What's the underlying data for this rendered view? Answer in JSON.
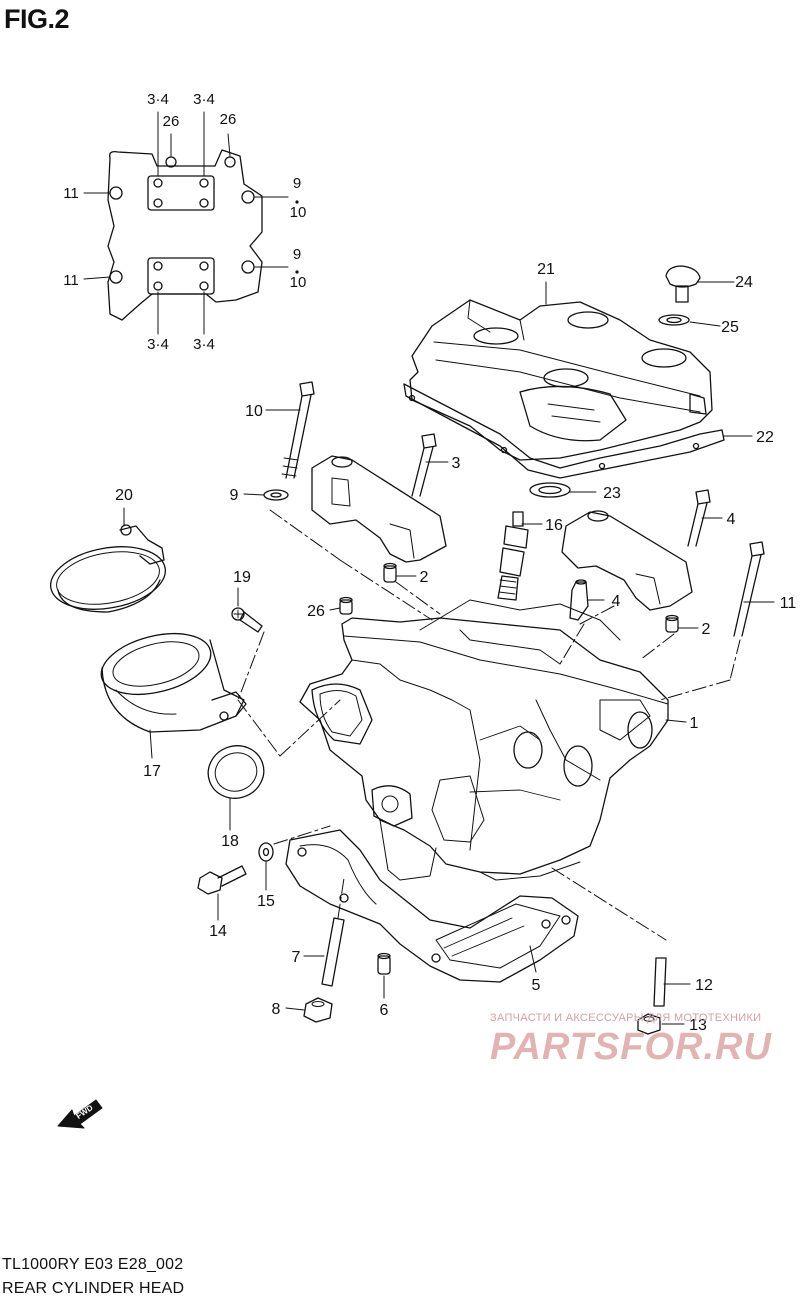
{
  "figure": {
    "title": "FIG.2",
    "model_code": "TL1000RY E03 E28_002",
    "caption": "REAR CYLINDER HEAD"
  },
  "fwd_label": "FWD",
  "watermark": {
    "subtitle": "ЗАПЧАСТИ И АКСЕССУАРЫ ДЛЯ МОТОТЕХНИКИ",
    "brand": "PARTSFOR.RU"
  },
  "inset_labels": [
    "3·4",
    "3·4",
    "26",
    "26",
    "11",
    "11",
    "9",
    "10",
    "9",
    "10",
    "3·4",
    "3·4"
  ],
  "callouts": [
    "21",
    "24",
    "25",
    "22",
    "10",
    "3",
    "9",
    "23",
    "20",
    "16",
    "4",
    "2",
    "19",
    "26",
    "4",
    "2",
    "11",
    "1",
    "17",
    "18",
    "14",
    "15",
    "7",
    "8",
    "6",
    "5",
    "12",
    "13"
  ],
  "colors": {
    "ink": "#111111",
    "background": "#ffffff",
    "watermark": "#e2b3b3"
  }
}
